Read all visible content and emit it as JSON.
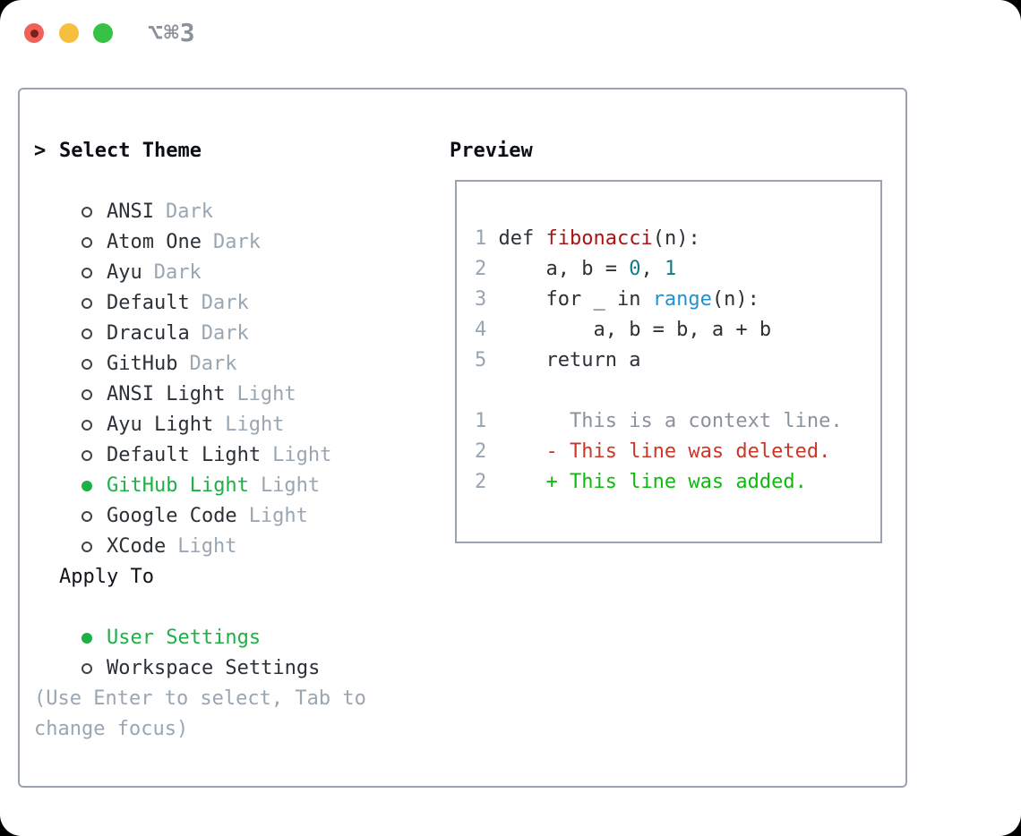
{
  "window": {
    "title": "⌥⌘3",
    "traffic_lights": [
      "close",
      "minimize",
      "zoom"
    ]
  },
  "theme_list": {
    "header_prefix": ">",
    "header": "Select Theme",
    "items": [
      {
        "name": "ANSI",
        "badge": "Dark",
        "selected": false
      },
      {
        "name": "Atom One",
        "badge": "Dark",
        "selected": false
      },
      {
        "name": "Ayu",
        "badge": "Dark",
        "selected": false
      },
      {
        "name": "Default",
        "badge": "Dark",
        "selected": false
      },
      {
        "name": "Dracula",
        "badge": "Dark",
        "selected": false
      },
      {
        "name": "GitHub",
        "badge": "Dark",
        "selected": false
      },
      {
        "name": "ANSI Light",
        "badge": "Light",
        "selected": false
      },
      {
        "name": "Ayu Light",
        "badge": "Light",
        "selected": false
      },
      {
        "name": "Default Light",
        "badge": "Light",
        "selected": false
      },
      {
        "name": "GitHub Light",
        "badge": "Light",
        "selected": true
      },
      {
        "name": "Google Code",
        "badge": "Light",
        "selected": false
      },
      {
        "name": "XCode",
        "badge": "Light",
        "selected": false
      }
    ]
  },
  "apply_to": {
    "header": "Apply To",
    "options": [
      {
        "label": "User Settings",
        "selected": true
      },
      {
        "label": "Workspace Settings",
        "selected": false
      }
    ]
  },
  "hint": "(Use Enter to select, Tab to change focus)",
  "preview": {
    "header": "Preview",
    "lines": [
      {
        "segments": [
          {
            "t": "1 ",
            "c": "ln"
          },
          {
            "t": "def ",
            "c": "plain"
          },
          {
            "t": "fibonacci",
            "c": "func"
          },
          {
            "t": "(n):",
            "c": "plain"
          }
        ]
      },
      {
        "segments": [
          {
            "t": "2 ",
            "c": "ln"
          },
          {
            "t": "    a, b = ",
            "c": "plain"
          },
          {
            "t": "0",
            "c": "num"
          },
          {
            "t": ", ",
            "c": "plain"
          },
          {
            "t": "1",
            "c": "num"
          }
        ]
      },
      {
        "segments": [
          {
            "t": "3 ",
            "c": "ln"
          },
          {
            "t": "    for _ in ",
            "c": "plain"
          },
          {
            "t": "range",
            "c": "blt"
          },
          {
            "t": "(n):",
            "c": "plain"
          }
        ]
      },
      {
        "segments": [
          {
            "t": "4 ",
            "c": "ln"
          },
          {
            "t": "        a, b = b, a + b",
            "c": "plain"
          }
        ]
      },
      {
        "segments": [
          {
            "t": "5 ",
            "c": "ln"
          },
          {
            "t": "    return a",
            "c": "plain"
          }
        ]
      },
      {
        "segments": []
      },
      {
        "segments": [
          {
            "t": "1 ",
            "c": "ln"
          },
          {
            "t": "      This is a context line.",
            "c": "ctx"
          }
        ]
      },
      {
        "segments": [
          {
            "t": "2 ",
            "c": "ln"
          },
          {
            "t": "    - This line was deleted.",
            "c": "del"
          }
        ]
      },
      {
        "segments": [
          {
            "t": "2 ",
            "c": "ln"
          },
          {
            "t": "    + This line was added.",
            "c": "add"
          }
        ]
      }
    ]
  },
  "colors": {
    "traffic_red": "#f0615a",
    "traffic_red_dot": "#7c1f16",
    "traffic_yellow": "#f7bf3e",
    "traffic_green": "#35c245",
    "title_gray": "#8a919b",
    "border_gray": "#9aa3ae",
    "text_dark": "#2b3137",
    "muted_gray": "#9aa6b2",
    "line_number_gray": "#98a4b2",
    "context_gray": "#8b9299",
    "selected_green": "#1eaf46",
    "added_green": "#0fb90f",
    "deleted_red": "#cd3528",
    "function_red": "#aa1414",
    "number_teal": "#0e7d86",
    "builtin_blue": "#2191d0"
  }
}
